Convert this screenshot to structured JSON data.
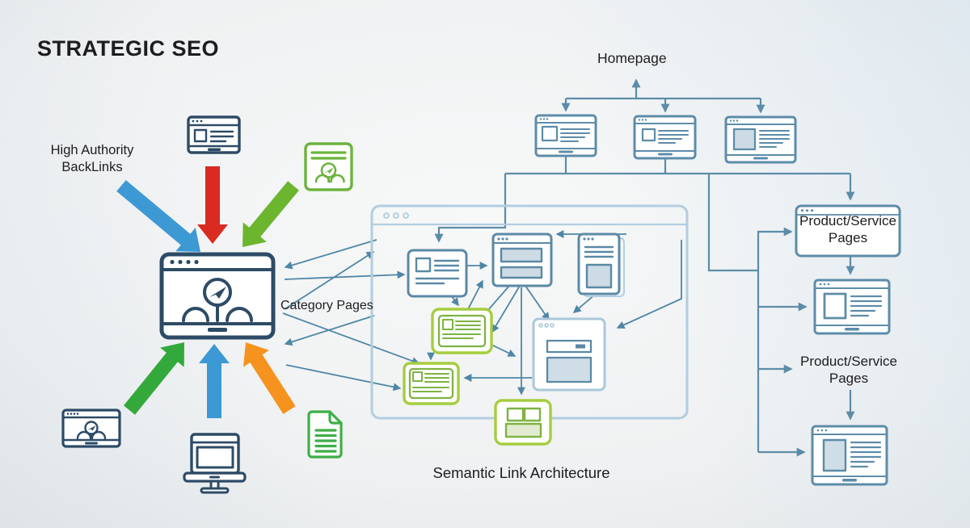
{
  "title": "STRATEGIC SEO",
  "labels": {
    "high_authority": [
      "High Authority",
      "BackLinks"
    ],
    "category_pages": "Category Pages",
    "semantic_link_architecture": "Semantic Link Architecture",
    "homepage": "Homepage",
    "product_service_box": [
      "Product/Service",
      "Pages"
    ],
    "product_service_text": [
      "Product/Service",
      "Pages"
    ]
  },
  "colors": {
    "navy": "#2d4b66",
    "steel": "#5d8ca9",
    "mesh": "#4f86a6",
    "win-border": "#b2cde0",
    "thumb-blue": "#5b89a6",
    "thumb-blue-fill": "#ccdbe4",
    "thumb-light": "#a9c8da",
    "thumb-light-fill": "#cfdde6",
    "green-outer": "#a6cd3f",
    "green-inner": "#7eb342",
    "green-fill": "#e2ebd2",
    "doc-green": "#3fae49",
    "badge-green": "#6cb33f",
    "arrow-blue": "#3d99d4",
    "arrow-red": "#d92b21",
    "arrow-green-light": "#6cb52f",
    "arrow-green-dark": "#33a93c",
    "arrow-orange": "#f6921e",
    "text": "#1d1d1f"
  }
}
